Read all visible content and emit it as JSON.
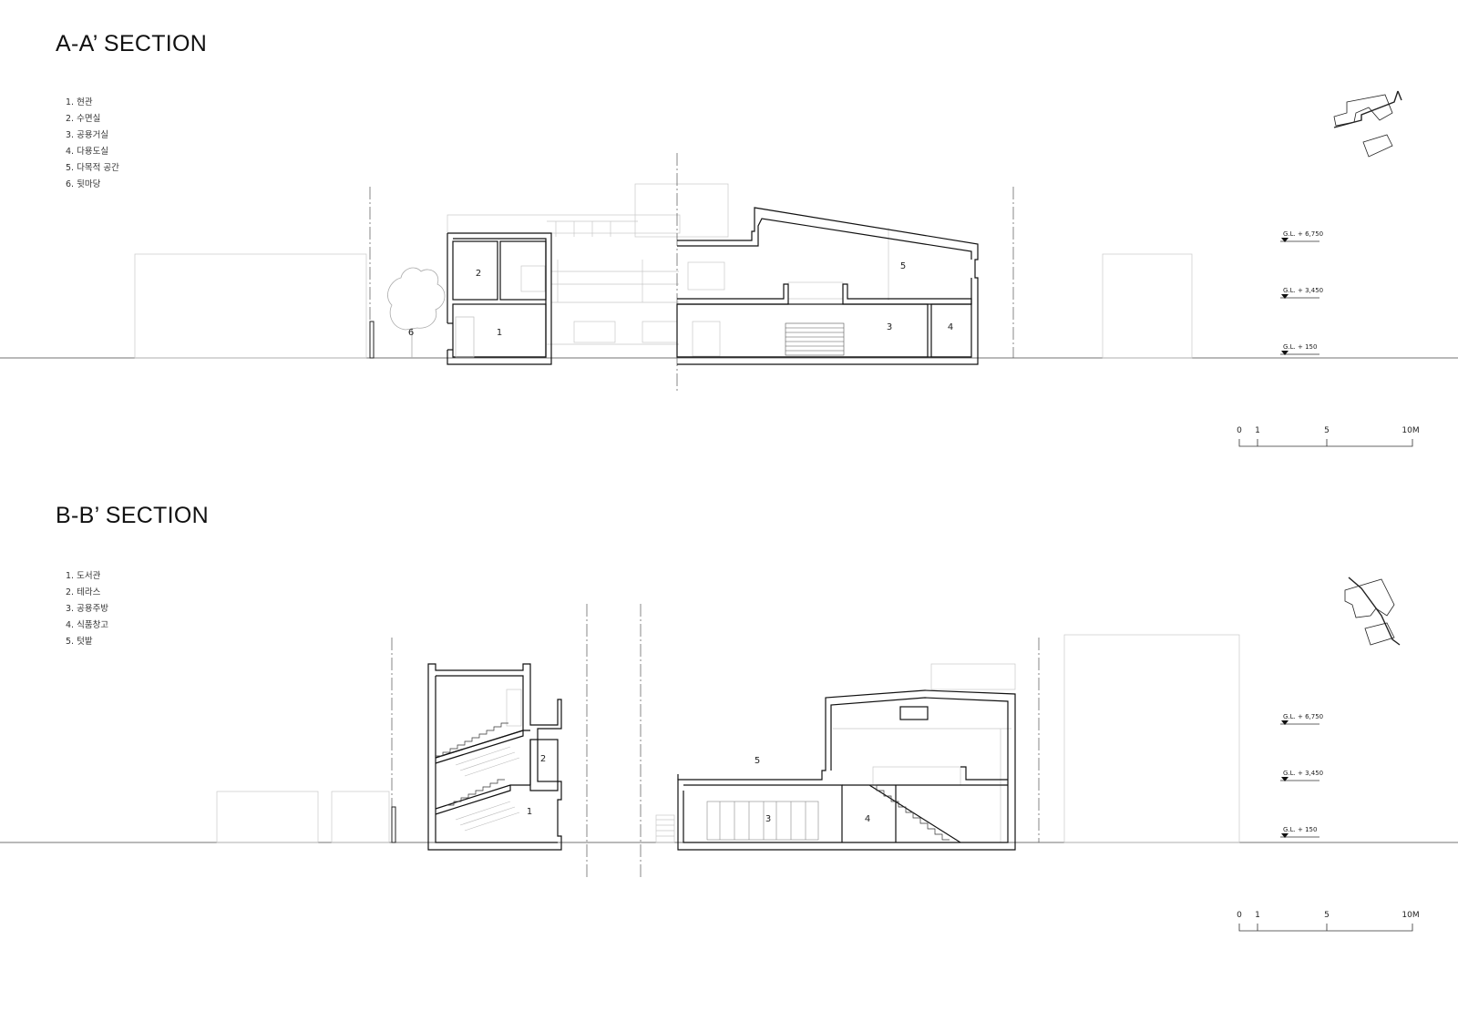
{
  "sections": [
    {
      "title": "A-A’ SECTION",
      "legend": [
        "1. 현관",
        "2. 수면실",
        "3. 공용거실",
        "4. 다용도실",
        "5. 다목적 공간",
        "6. 뒷마당"
      ],
      "room_numbers": [
        "2",
        "1",
        "6",
        "5",
        "3",
        "4"
      ],
      "levels": [
        "G.L. + 6,750",
        "G.L. + 3,450",
        "G.L. + 150"
      ],
      "scale": [
        "0",
        "1",
        "5",
        "10M"
      ]
    },
    {
      "title": "B-B’ SECTION",
      "legend": [
        "1. 도서관",
        "2. 테라스",
        "3. 공용주방",
        "4. 식품창고",
        "5. 텃밭"
      ],
      "room_numbers": [
        "2",
        "1",
        "5",
        "3",
        "4"
      ],
      "levels": [
        "G.L. + 6,750",
        "G.L. + 3,450",
        "G.L. + 150"
      ],
      "scale": [
        "0",
        "1",
        "5",
        "10M"
      ]
    }
  ]
}
